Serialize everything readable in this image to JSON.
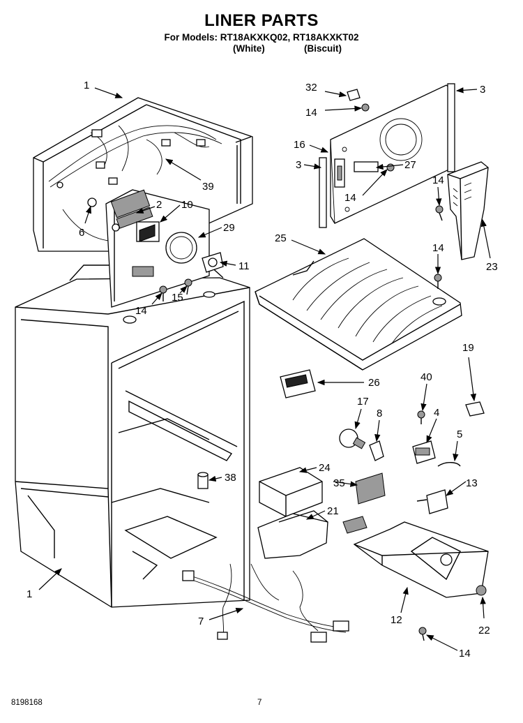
{
  "header": {
    "title": "LINER PARTS",
    "models": "For Models: RT18AKXKQ02, RT18AKXKT02",
    "color_1": "(White)",
    "color_2": "(Biscuit)"
  },
  "callouts": {
    "c1a": "1",
    "c1b": "1",
    "c2": "2",
    "c3a": "3",
    "c3b": "3",
    "c4": "4",
    "c5": "5",
    "c6": "6",
    "c7": "7",
    "c8": "8",
    "c10": "10",
    "c11": "11",
    "c12": "12",
    "c13": "13",
    "c14a": "14",
    "c14b": "14",
    "c14c": "14",
    "c14d": "14",
    "c14e": "14",
    "c14f": "14",
    "c15": "15",
    "c16": "16",
    "c17": "17",
    "c19": "19",
    "c21": "21",
    "c22": "22",
    "c23": "23",
    "c24": "24",
    "c25": "25",
    "c26": "26",
    "c27": "27",
    "c29": "29",
    "c32": "32",
    "c35": "35",
    "c38": "38",
    "c39": "39",
    "c40": "40"
  },
  "footer": {
    "doc_number": "8198168",
    "page_number": "7"
  }
}
